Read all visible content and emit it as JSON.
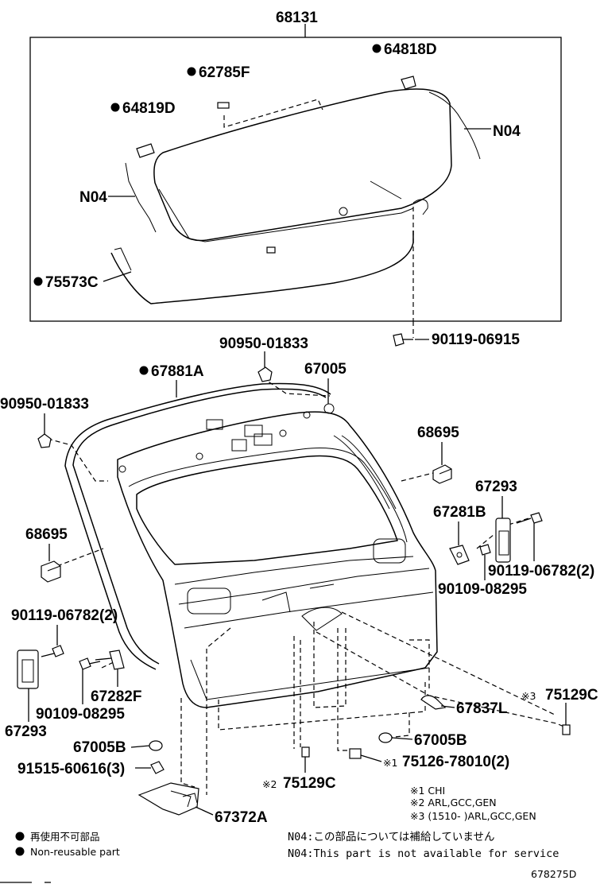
{
  "callouts": {
    "c68131": "68131",
    "c64818D": "64818D",
    "c62785F": "62785F",
    "c64819D": "64819D",
    "c_n04_right": "N04",
    "c_n04_left": "N04",
    "c75573C": "75573C",
    "c90119_06915": "90119-06915",
    "c90950_top": "90950-01833",
    "c67881A": "67881A",
    "c67005": "67005",
    "c90950_left": "90950-01833",
    "c68695_right": "68695",
    "c67293_right": "67293",
    "c67281B": "67281B",
    "c68695_left": "68695",
    "c90119_06782_right": "90119-06782(2)",
    "c90109_08295_right": "90109-08295",
    "c90119_06782_left": "90119-06782(2)",
    "c67282F": "67282F",
    "c90109_08295_left": "90109-08295",
    "c67293_left": "67293",
    "c67837L": "67837L",
    "c75129C_right": "75129C",
    "c67005B_right": "67005B",
    "c67005B_left": "67005B",
    "c91515_60616": "91515-60616(3)",
    "c75126_78010": "75126-78010(2)",
    "c75129C_bottom": "75129C",
    "c67372A": "67372A"
  },
  "marks": {
    "ref1": "※1",
    "ref2": "※2",
    "ref3": "※3"
  },
  "footnotes": {
    "n1": "※1 CHI",
    "n2": "※2 ARL,GCC,GEN",
    "n3": "※3 (1510-        )ARL,GCC,GEN"
  },
  "legend": {
    "jp": "再使用不可部品",
    "en": "Non-reusable part"
  },
  "n04_notes": {
    "jp": "N04:この部品については補給していません",
    "en": "N04:This part is not available for service"
  },
  "diagram_code": "678275D"
}
